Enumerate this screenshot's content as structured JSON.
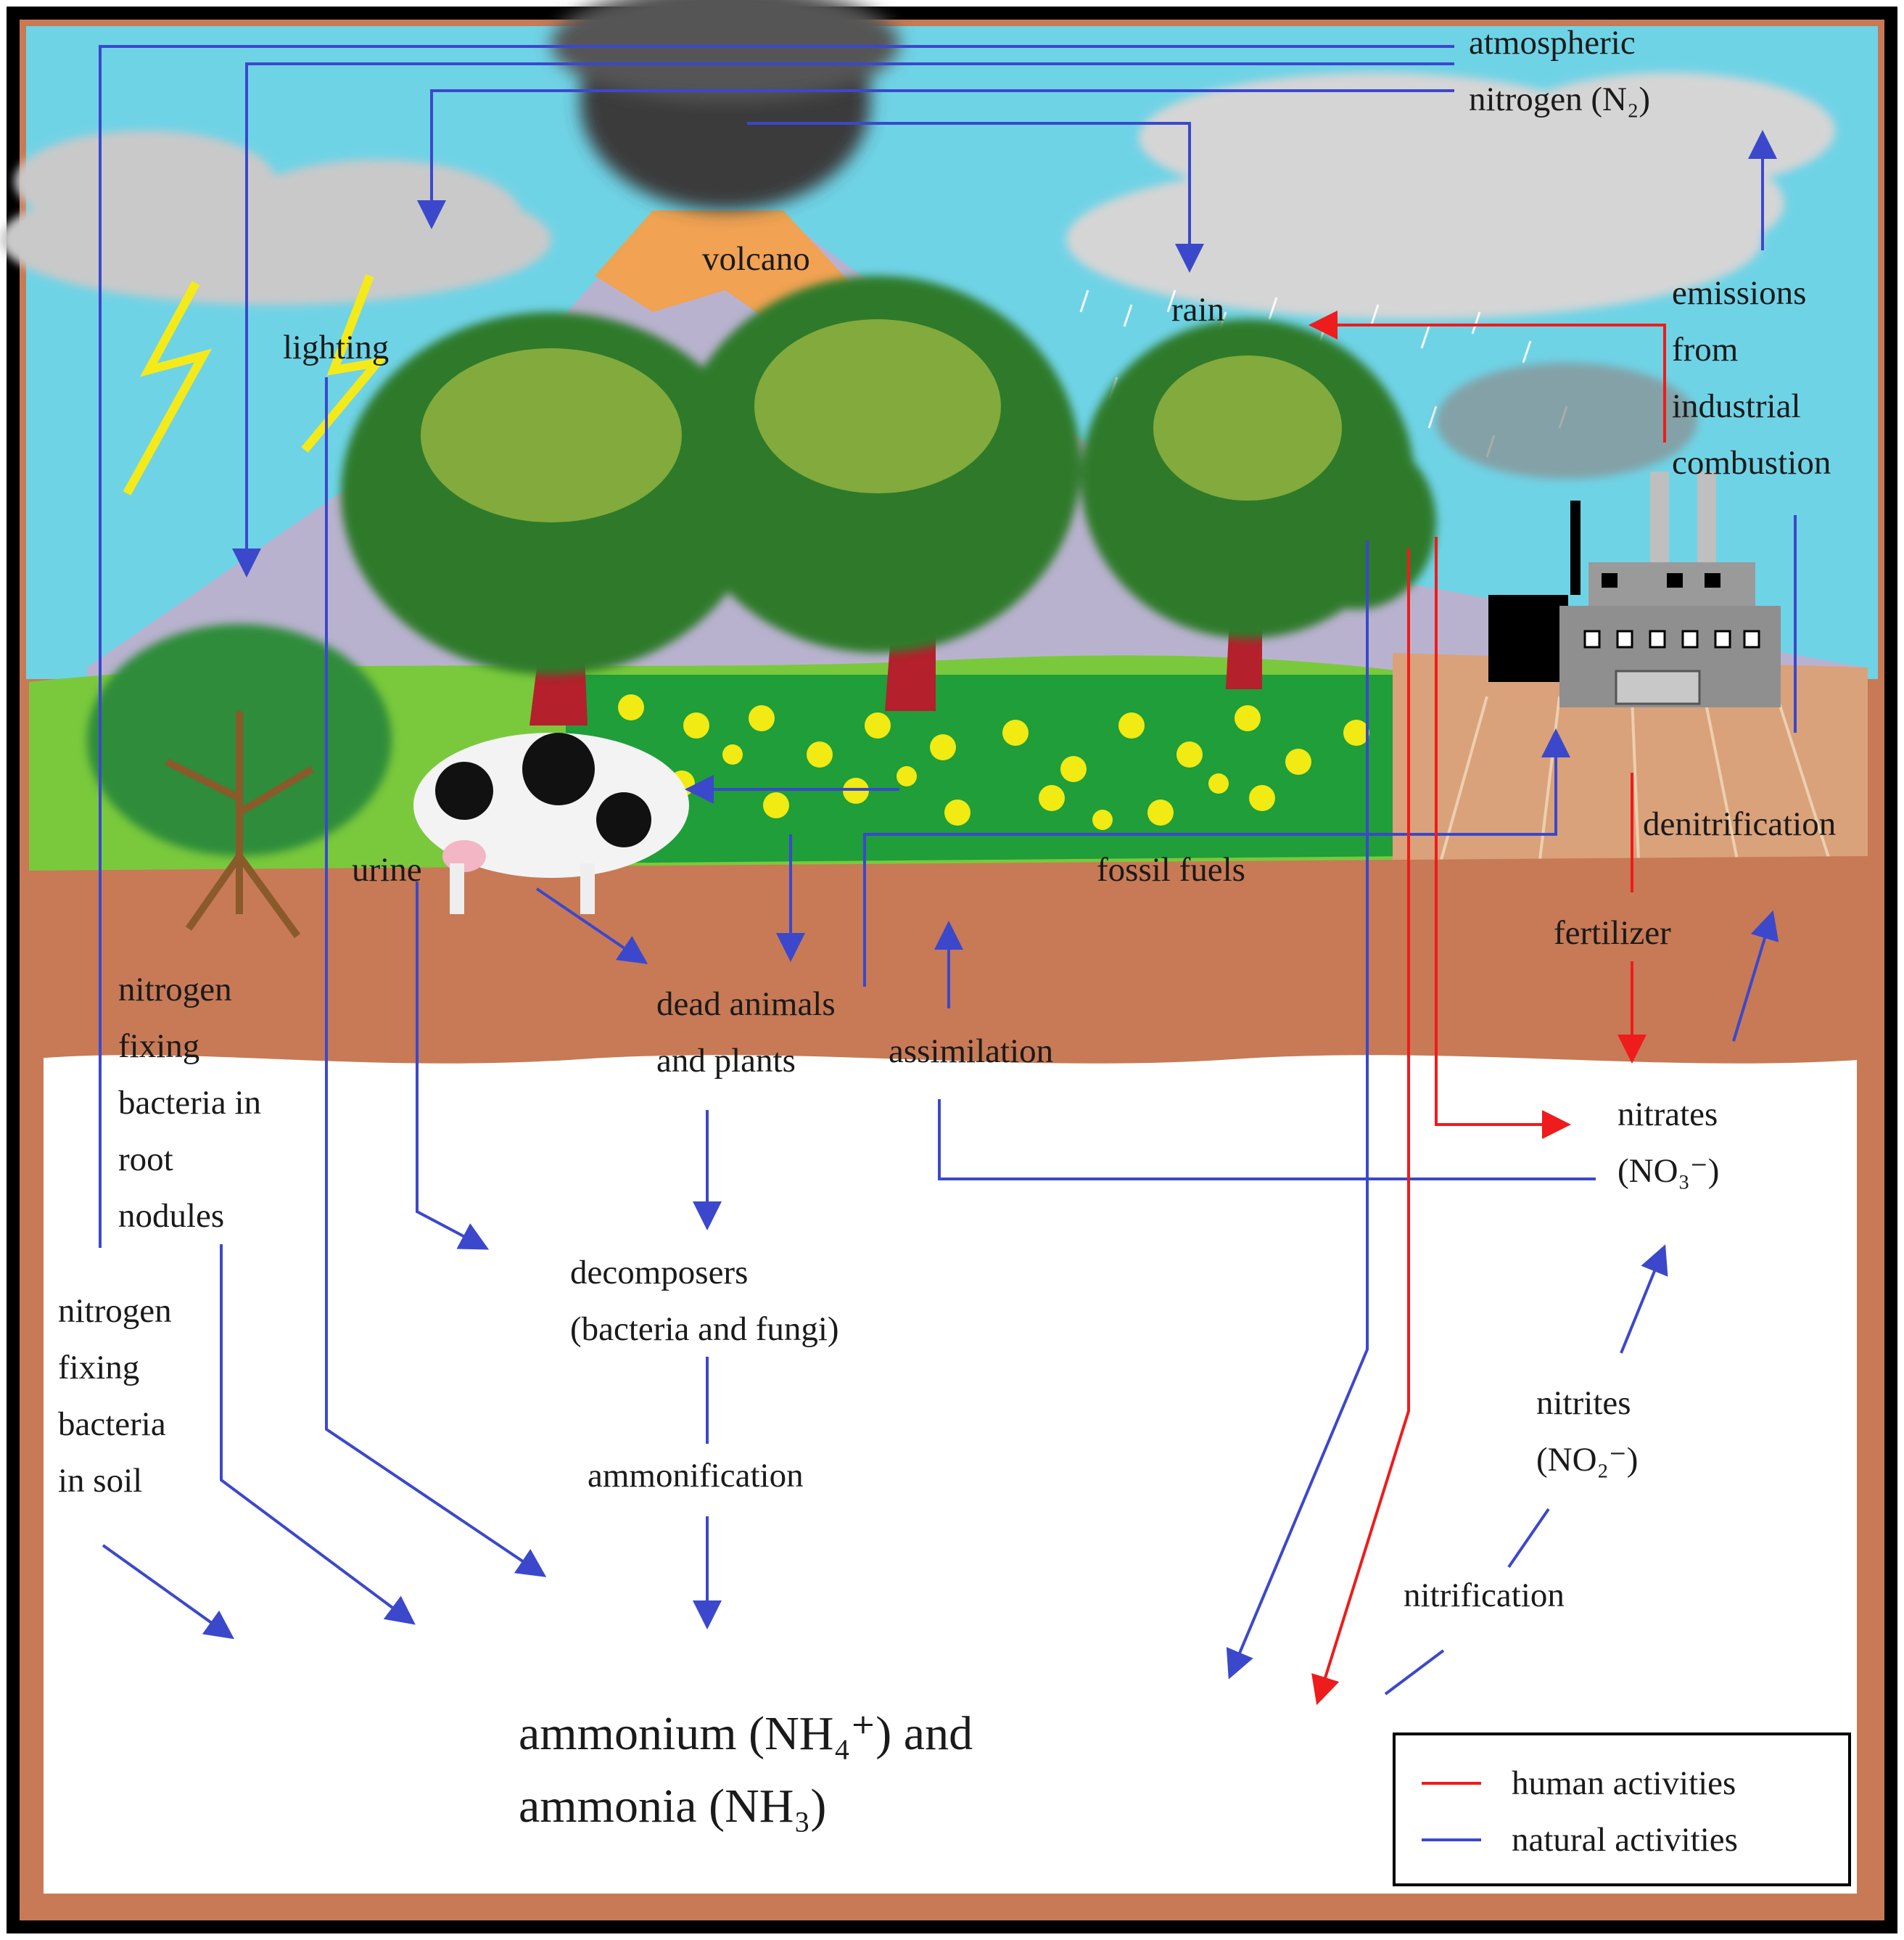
{
  "labels": {
    "atmospheric_nitrogen": "atmospheric\nnitrogen (N₂)",
    "volcano": "volcano",
    "rain": "rain",
    "lighting": "lighting",
    "emissions": "emissions\nfrom\nindustrial\ncombustion",
    "urine": "urine",
    "fossil_fuels": "fossil fuels",
    "denitrification": "denitrification",
    "fertilizer": "fertilizer",
    "nitrogen_fixing_root": "nitrogen\nfixing\nbacteria in\nroot\nnodules",
    "dead_animals": "dead animals\nand plants",
    "assimilation": "assimilation",
    "nitrates": "nitrates\n(NO₃⁻)",
    "nitrogen_fixing_soil": "nitrogen\nfixing\nbacteria\nin soil",
    "decomposers": "decomposers\n(bacteria and fungi)",
    "nitrites": "nitrites\n(NO₂⁻)",
    "ammonification": "ammonification",
    "nitrification": "nitrification",
    "ammonium": "ammonium (NH₄⁺) and\nammonia (NH₃)"
  },
  "legend": {
    "human": "human activities",
    "natural": "natural activities"
  },
  "colors": {
    "human_activity": "#ee1c1c",
    "natural_activity": "#3b48cc",
    "sky": "#6fd3e6",
    "soil": "#c77a55",
    "grass": "#1f9e3a",
    "frame": "#000000"
  }
}
